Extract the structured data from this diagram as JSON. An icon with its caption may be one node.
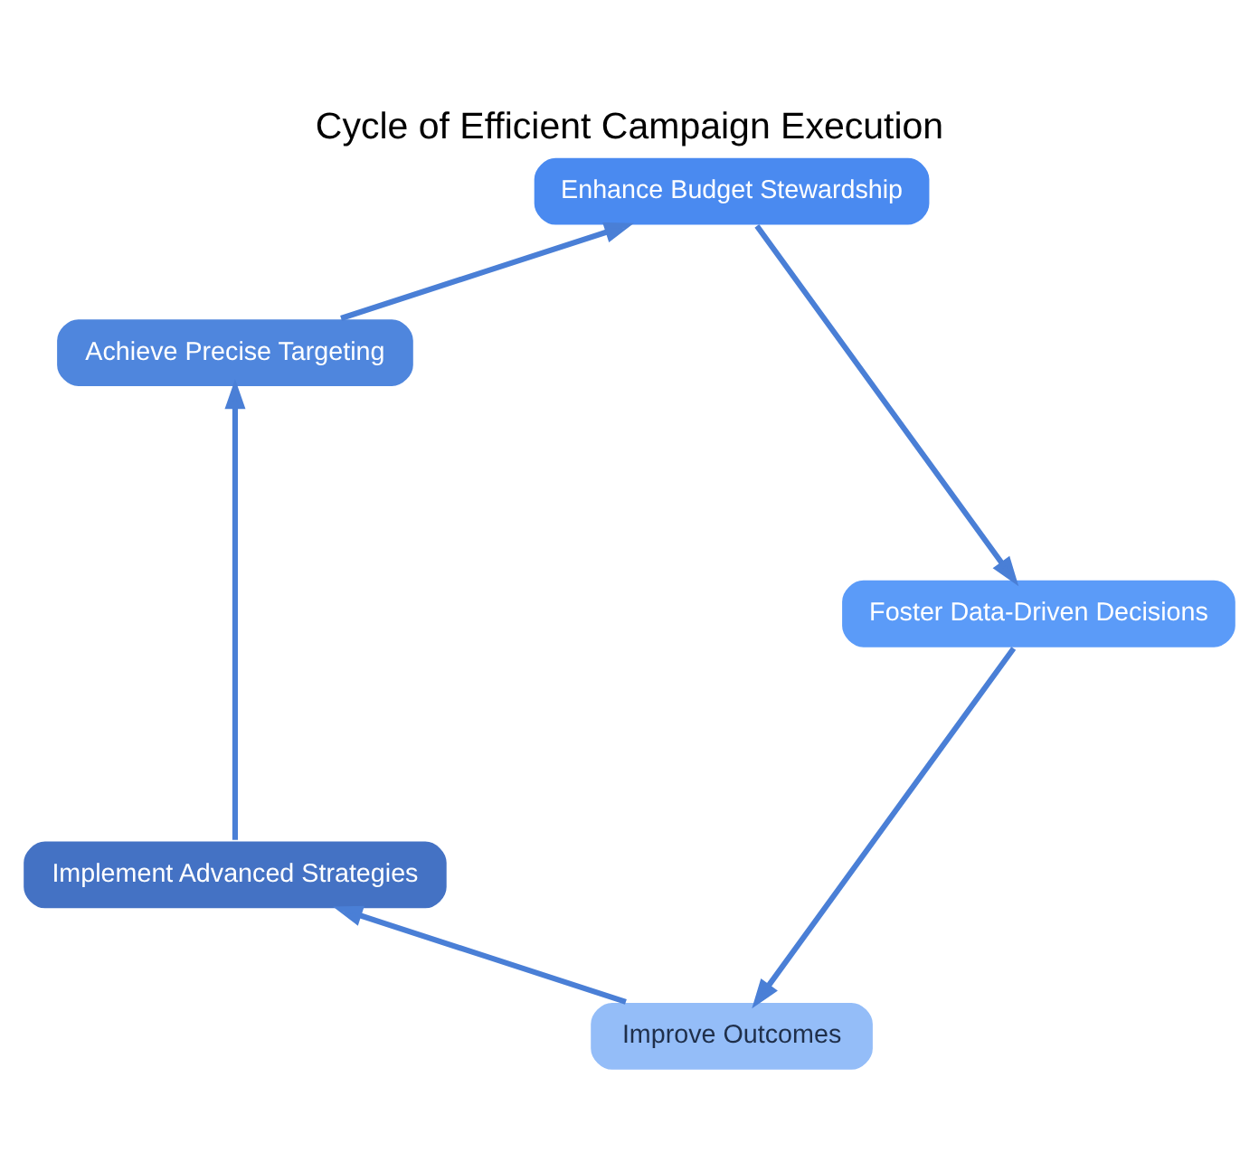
{
  "diagram": {
    "title": "Cycle of Efficient Campaign Execution",
    "nodes": [
      {
        "text": [
          "Improve Outcomes"
        ]
      },
      {
        "text": [
          "Implement Advanced Strategies"
        ]
      },
      {
        "text": [
          "Achieve Precise Targeting"
        ]
      },
      {
        "text": [
          "Foster Data-Driven Decisions"
        ]
      },
      {
        "text": [
          "Enhance Budget Stewardship"
        ]
      }
    ],
    "edges": [
      {
        "from": 0,
        "to": 1,
        "arrow": "to"
      },
      {
        "from": 1,
        "to": 2,
        "arrow": "to"
      },
      {
        "from": 2,
        "to": 4,
        "arrow": "to"
      },
      {
        "from": 4,
        "to": 3,
        "arrow": "to"
      },
      {
        "from": 3,
        "to": 0,
        "arrow": "to"
      }
    ]
  }
}
